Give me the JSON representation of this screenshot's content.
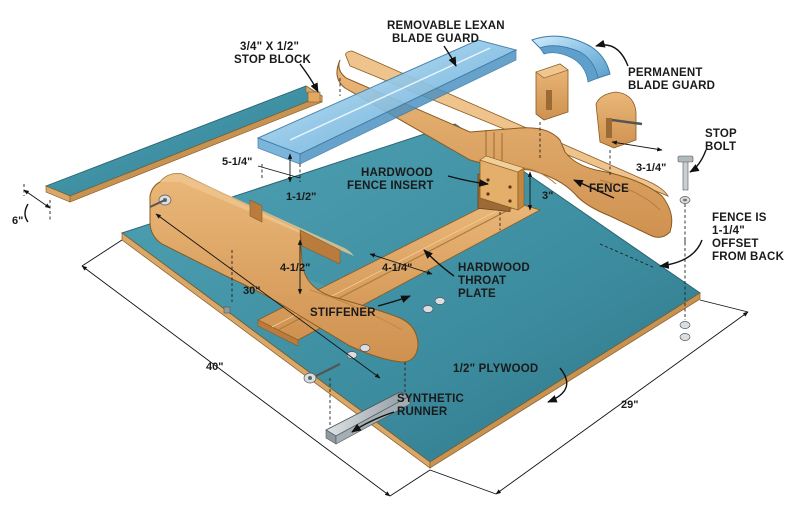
{
  "labels": {
    "lexan_guard": [
      "REMOVABLE LEXAN",
      "BLADE GUARD"
    ],
    "stop_block": [
      "3/4\" X 1/2\"",
      "STOP BLOCK"
    ],
    "permanent_guard": [
      "PERMANENT",
      "BLADE GUARD"
    ],
    "stop_bolt": [
      "STOP",
      "BOLT"
    ],
    "fence_insert": [
      "HARDWOOD",
      "FENCE INSERT"
    ],
    "fence": "FENCE",
    "fence_offset": [
      "FENCE IS",
      "1-1/4\"",
      "OFFSET",
      "FROM BACK"
    ],
    "throat_plate": [
      "HARDWOOD",
      "THROAT",
      "PLATE"
    ],
    "stiffener": "STIFFENER",
    "plywood": "1/2\" PLYWOOD",
    "runner": [
      "SYNTHETIC",
      "RUNNER"
    ]
  },
  "dimensions": {
    "guard_width": "5-1/4\"",
    "guard_height": "1-1/2\"",
    "stop_block_width": "6\"",
    "fence_insert_height": "3\"",
    "perm_guard_width": "3-1/4\"",
    "stiffener_height": "4-1/2\"",
    "throat_width": "4-1/4\"",
    "stiffener_length": "30\"",
    "base_length": "40\"",
    "base_width": "29\""
  },
  "colors": {
    "plywood_face": "#3e8fa1",
    "plywood_edge": "#d9a868",
    "wood": "#dfa765",
    "lexan": "#8cc4e6",
    "runner": "#b7c2c8"
  }
}
